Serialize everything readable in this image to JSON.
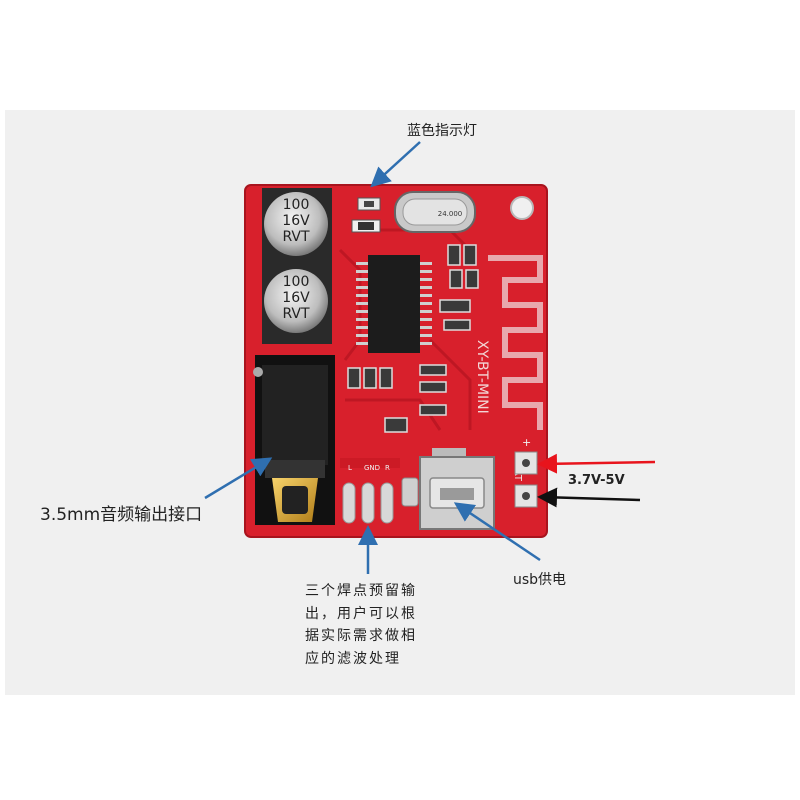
{
  "labels": {
    "blue_led": "蓝色指示灯",
    "audio_jack": "3.5mm音频输出接口",
    "voltage": "3.7V-5V",
    "usb_power": "usb供电",
    "solder_note": "三个焊点预留输出，用户可以根据实际需求做相应的滤波处理"
  },
  "board": {
    "capacitors": [
      {
        "line1": "100",
        "line2": "16V",
        "line3": "RVT"
      },
      {
        "line1": "100",
        "line2": "16V",
        "line3": "RVT"
      }
    ],
    "crystal_text": "24.000",
    "silkscreen": "XY-BT-MINI",
    "battery_label": "BAT",
    "plus_mark": "+",
    "solder_pad_labels": [
      "L",
      "GND",
      "R"
    ]
  },
  "colors": {
    "board_red": "#d8202c",
    "arrow_blue": "#2f6fb0",
    "arrow_red": "#e8141c",
    "arrow_black": "#111111"
  }
}
